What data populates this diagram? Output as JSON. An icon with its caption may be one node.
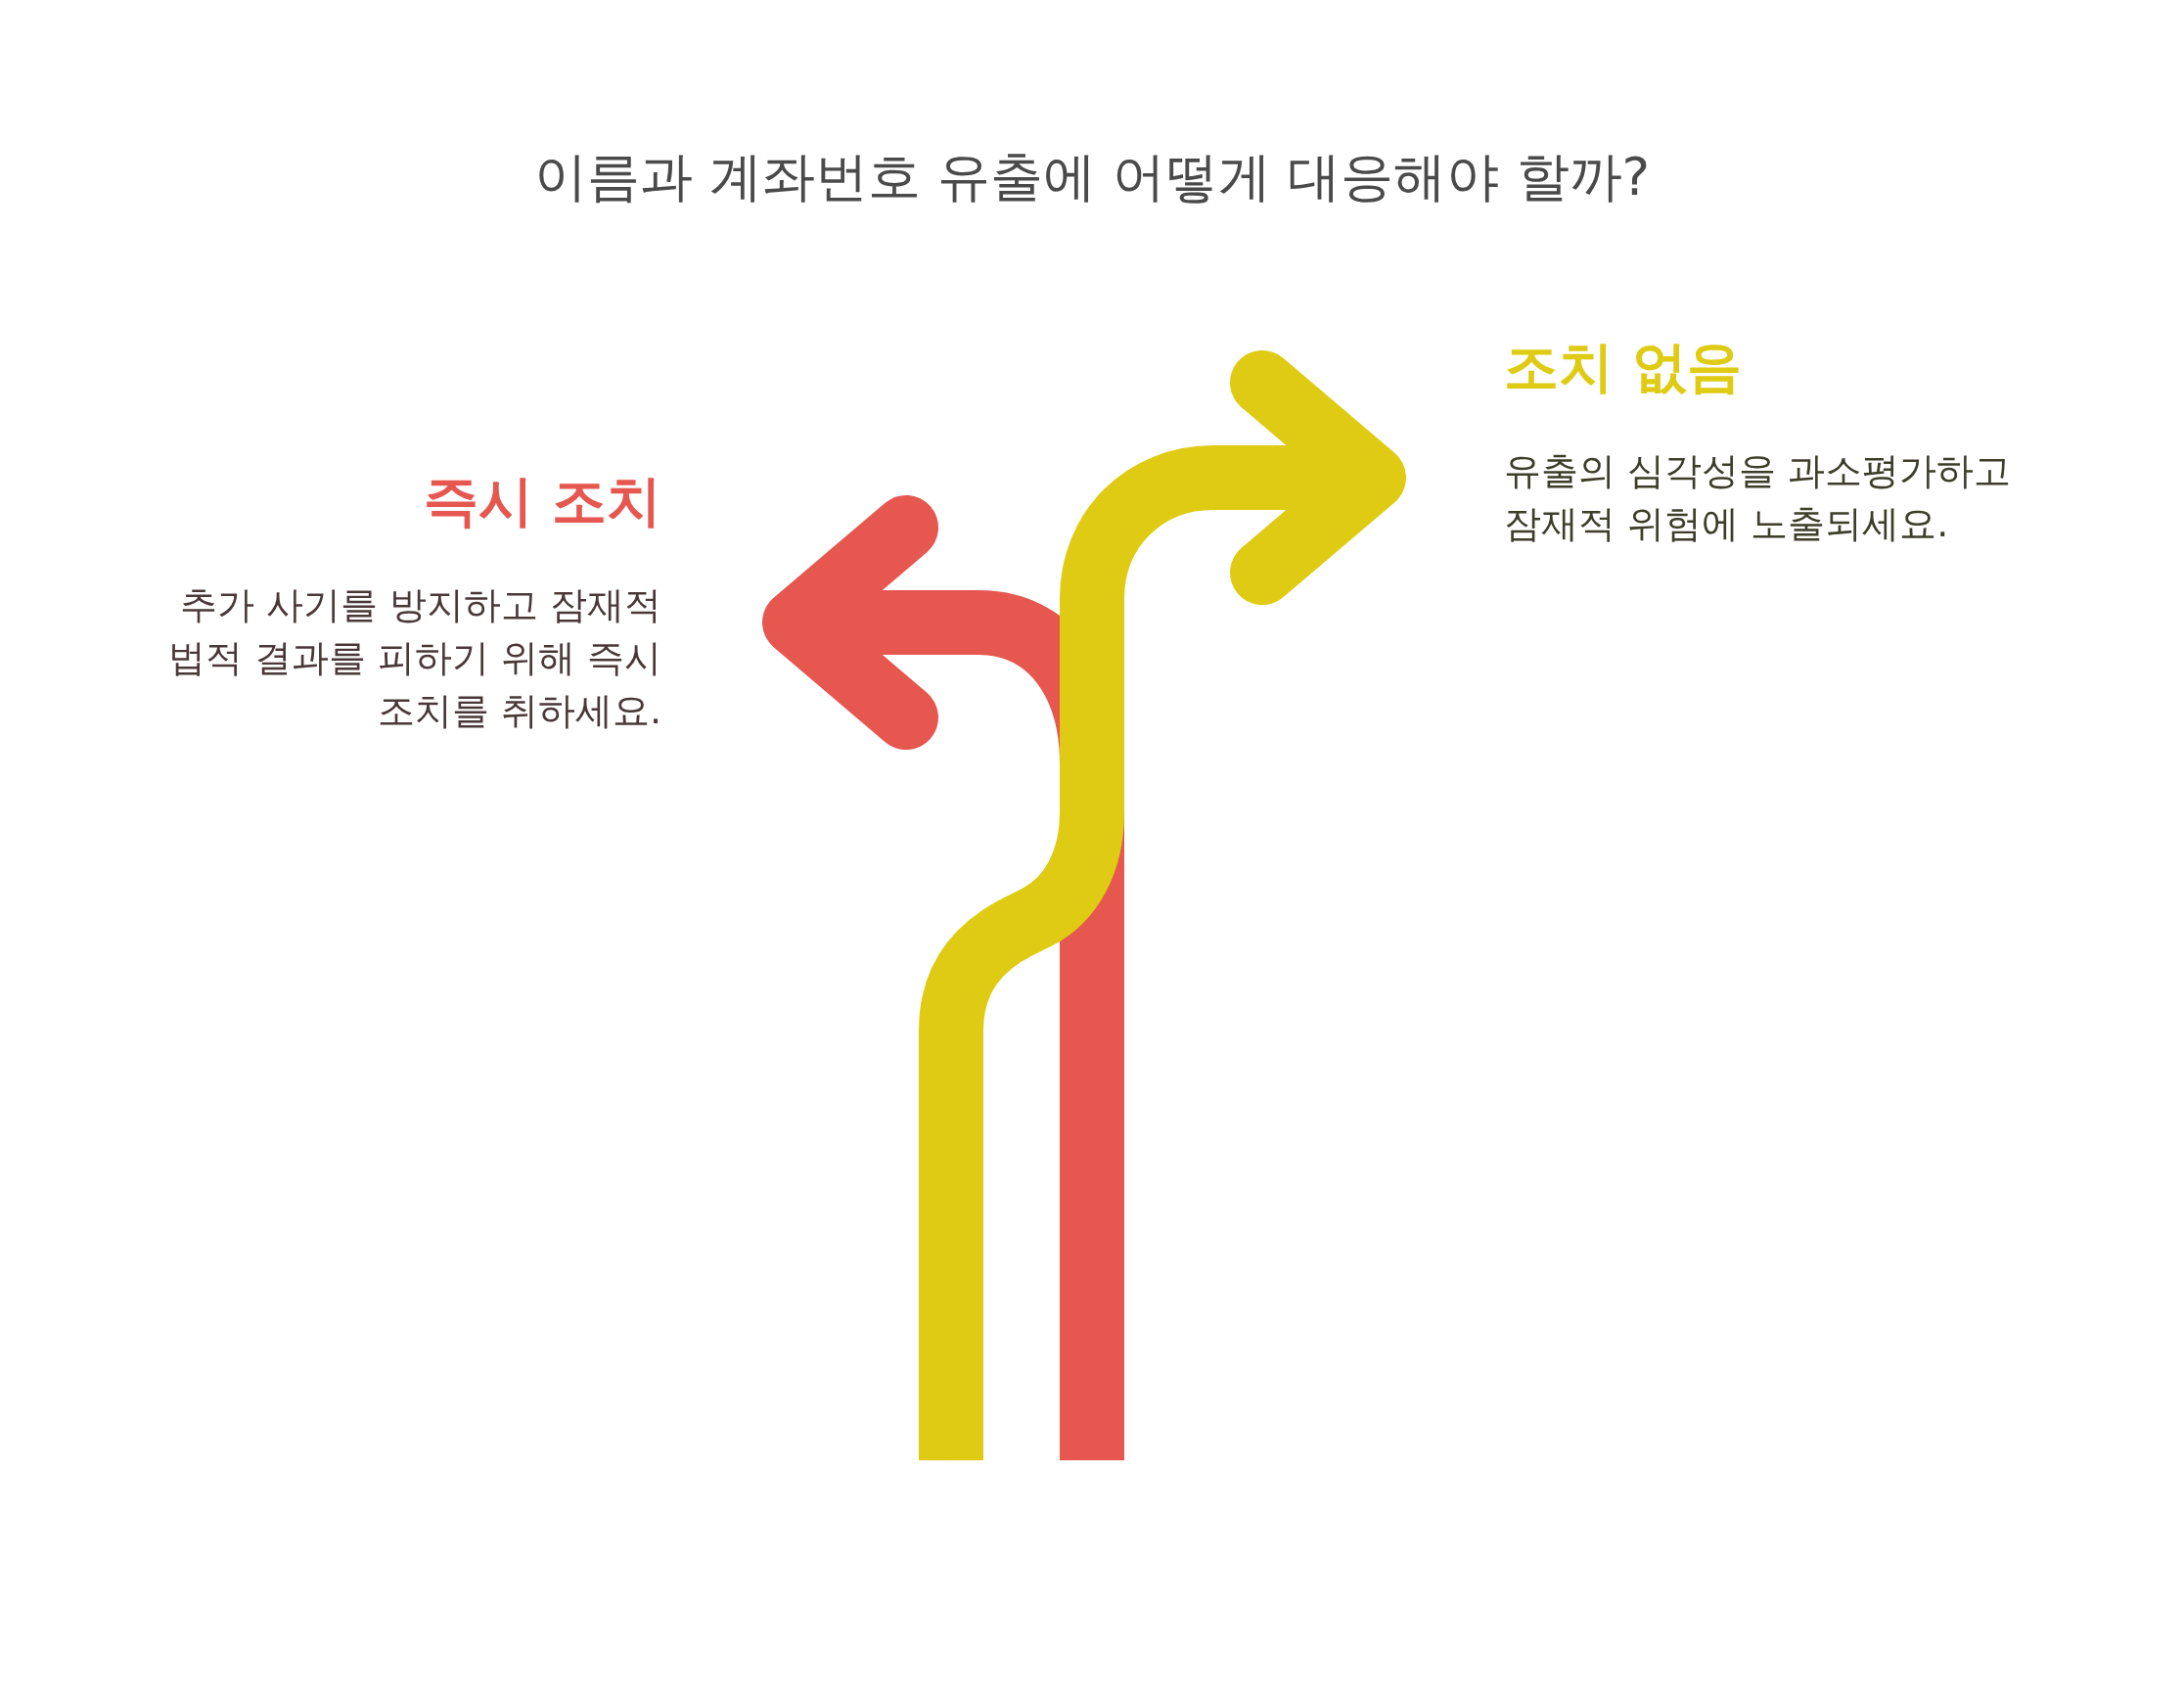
{
  "diagram": {
    "title": "이름과 계좌번호 유출에 어떻게 대응해야 할까?",
    "nodes": [
      {
        "text": [
          "즉시 조치",
          "추가 사기를 방지하고 잠재적 법적 결과를 피하기 위해 즉시 조치를 취하세요."
        ]
      },
      {
        "text": [
          "조치 없음",
          "유출의 심각성을 과소평가하고 잠재적 위험에 노출되세요."
        ]
      }
    ],
    "edges": [
      {
        "from": null,
        "to": 0,
        "arrow": "to",
        "color": "#e5574f"
      },
      {
        "from": null,
        "to": 1,
        "arrow": "to",
        "color": "#dfcb14"
      }
    ]
  }
}
